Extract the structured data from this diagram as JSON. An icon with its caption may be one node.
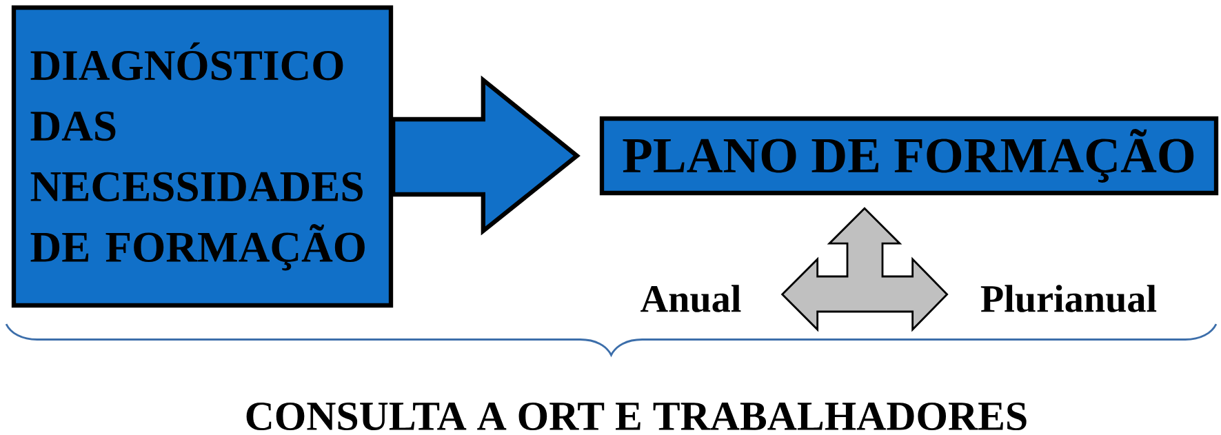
{
  "diagram": {
    "nodes": [
      {
        "text": [
          "DIAGNÓSTICO DAS NECESSIDADES DE FORMAÇÃO"
        ]
      },
      {
        "text": [
          "PLANO DE FORMAÇÃO"
        ]
      },
      {
        "text": [
          "Anual"
        ]
      },
      {
        "text": [
          "Plurianual"
        ]
      }
    ],
    "edges": [
      {
        "from": 0,
        "to": 1,
        "arrow": "to",
        "color": "#1170c8"
      },
      {
        "from": 1,
        "to": 2,
        "arrow": "both",
        "color": "#c0c0c0"
      },
      {
        "from": 1,
        "to": 3,
        "arrow": "both",
        "color": "#c0c0c0"
      }
    ],
    "labels": [
      "CONSULTA A ORT E TRABALHADORES"
    ]
  }
}
